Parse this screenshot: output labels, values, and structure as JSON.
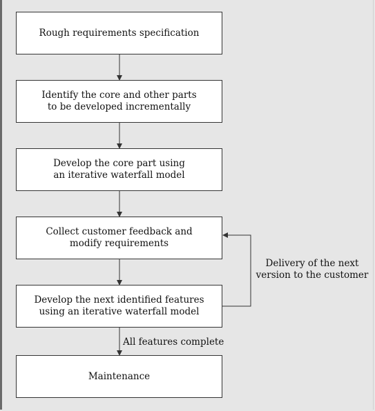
{
  "diagram": {
    "steps": [
      {
        "text": "Rough requirements specification"
      },
      {
        "text": "Identify the core and other parts\nto be developed incrementally"
      },
      {
        "text": "Develop the core part using\nan iterative waterfall model"
      },
      {
        "text": "Collect customer feedback and\nmodify requirements"
      },
      {
        "text": "Develop the next identified features\nusing an iterative waterfall model"
      },
      {
        "text": "Maintenance"
      }
    ],
    "loop_label": "Delivery of the next\nversion to the customer",
    "exit_label": "All features complete"
  }
}
